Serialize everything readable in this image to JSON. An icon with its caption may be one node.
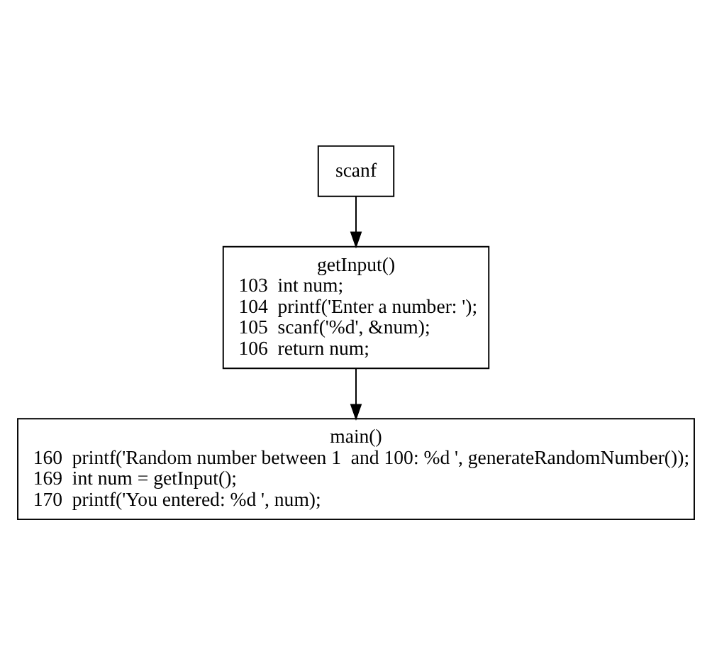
{
  "diagram": {
    "nodes": [
      {
        "text": [
          "scanf"
        ]
      },
      {
        "text": [
          "getInput()",
          "103  int num;",
          "104  printf('Enter a number: ');",
          "105  scanf('%d', &num);",
          "106  return num;"
        ]
      },
      {
        "text": [
          "main()",
          "160  printf('Random number between 1  and 100: %d ', generateRandomNumber());",
          "169  int num = getInput();",
          "170  printf('You entered: %d ', num);"
        ]
      }
    ],
    "edges": [
      {
        "from": 0,
        "to": 1,
        "arrow": "to"
      },
      {
        "from": 1,
        "to": 2,
        "arrow": "to"
      }
    ]
  }
}
